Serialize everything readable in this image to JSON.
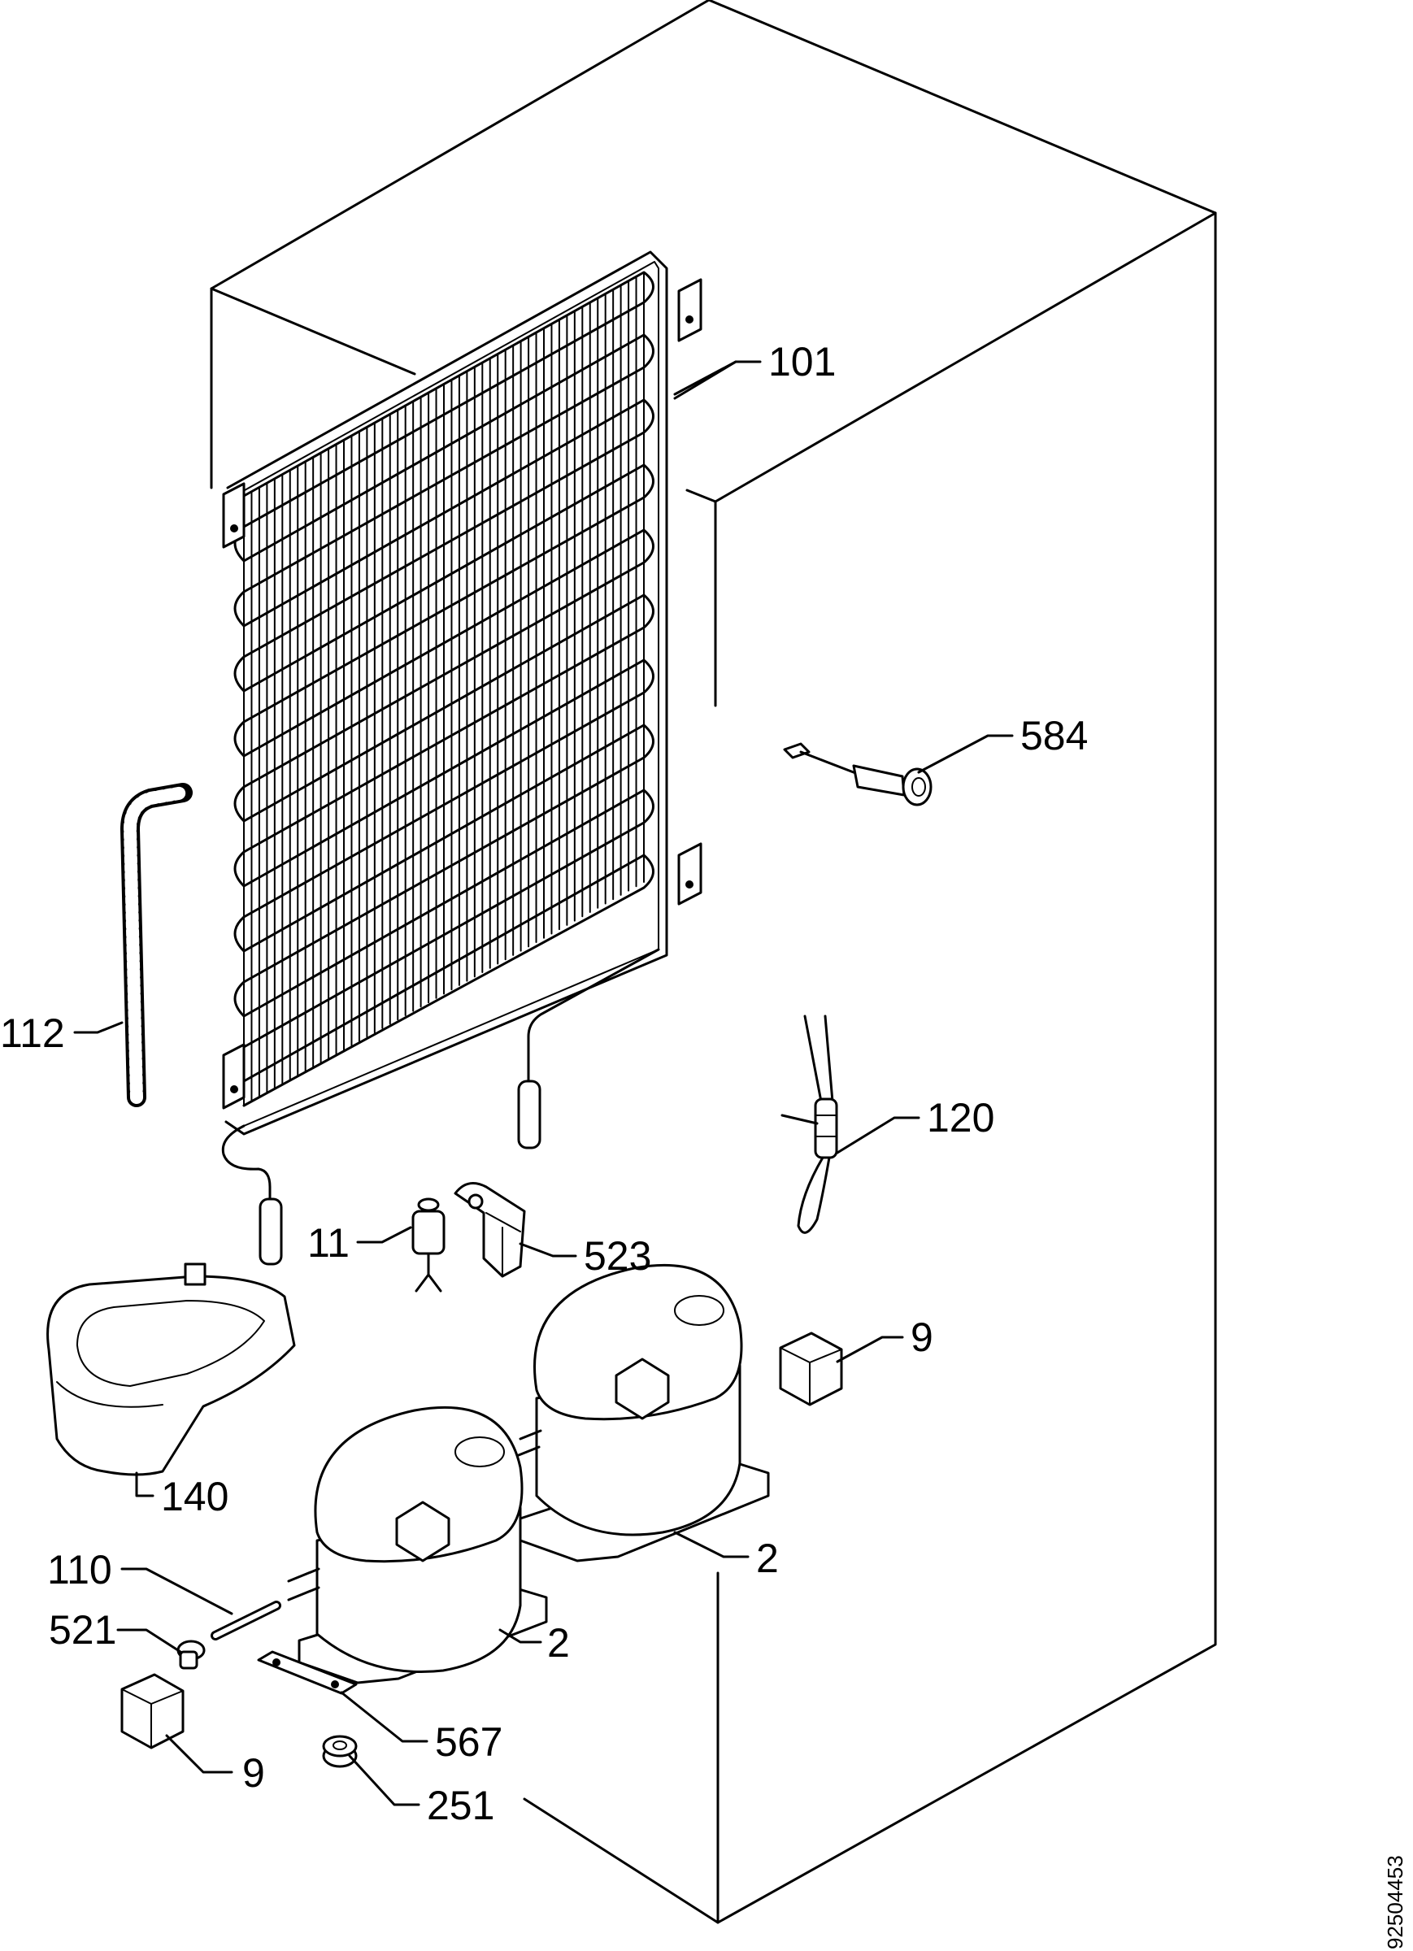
{
  "labels": {
    "condenser": "101",
    "drain_hose": "112",
    "thermal_protector": "584",
    "service_pipe": "120",
    "dryer_filter": "11",
    "bracket": "523",
    "relay_right": "9",
    "relay_left": "9",
    "drip_tray": "140",
    "compressor_right": "2",
    "compressor_left": "2",
    "pin": "110",
    "screw": "521",
    "mount_plate": "567",
    "grommet": "251"
  },
  "document_number": "92504453"
}
